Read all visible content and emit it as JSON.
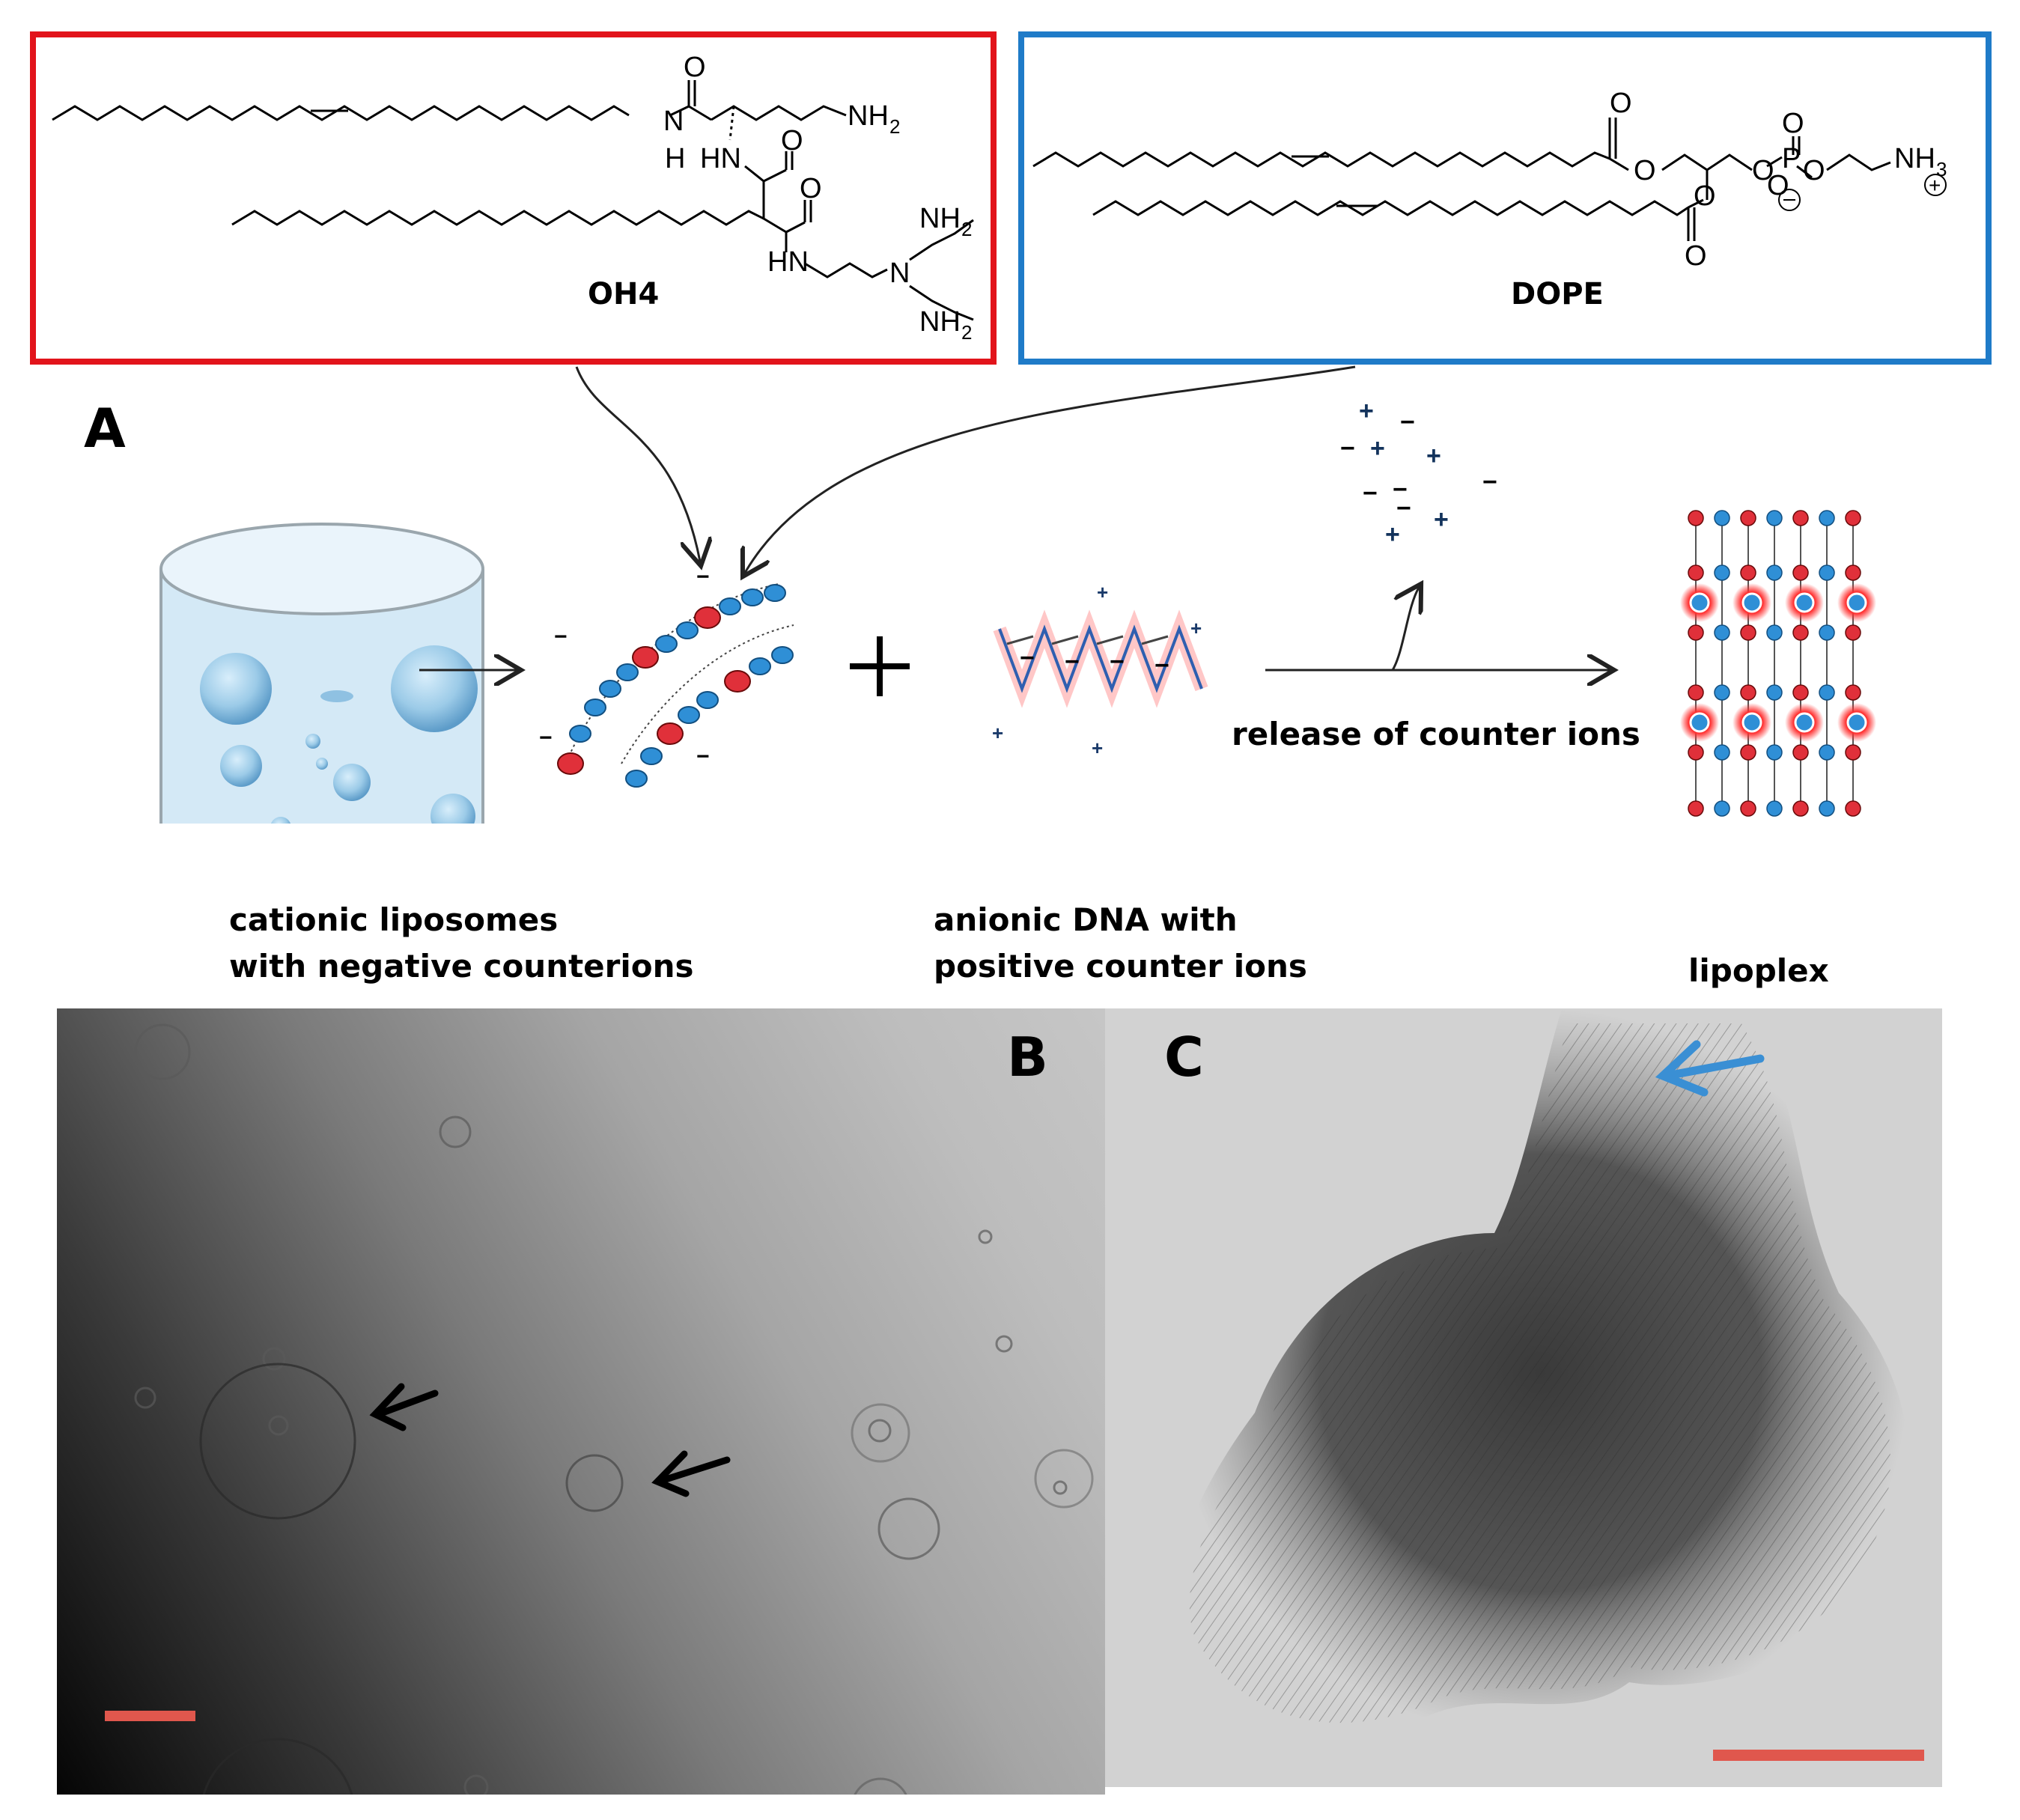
{
  "molecules": {
    "oh4": {
      "name": "OH4",
      "atoms": [
        "O",
        "N",
        "H",
        "NH",
        "O",
        "O",
        "NH",
        "NH",
        "N",
        "NH"
      ],
      "subscripts": [
        "2",
        "2",
        "2"
      ]
    },
    "dope": {
      "name": "DOPE",
      "atoms": [
        "O",
        "O",
        "O",
        "O",
        "P",
        "O",
        "O",
        "O",
        "O",
        "NH"
      ],
      "subscripts": [
        "3"
      ]
    }
  },
  "panels": {
    "a": "A",
    "b": "B",
    "c": "C"
  },
  "captions": {
    "liposomes_line1": "cationic liposomes",
    "liposomes_line2": "with negative counterions",
    "dna_line1": "anionic DNA with",
    "dna_line2": "positive counter ions",
    "release": "release of counter ions",
    "lipoplex": "lipoplex"
  },
  "colors": {
    "oh4_box": "#e2141b",
    "dope_box": "#1f7bc8",
    "cationic_head": "#e0303a",
    "neutral_head": "#2f8fd6",
    "scale_bar": "#e0574d",
    "c_arrow": "#3a8fd4"
  }
}
